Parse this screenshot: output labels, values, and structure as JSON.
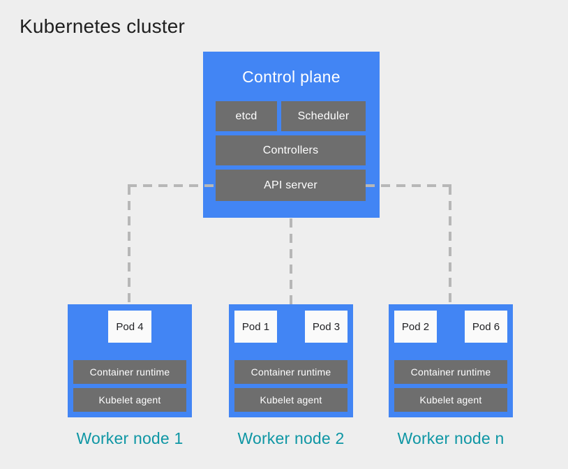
{
  "diagram": {
    "title": "Kubernetes cluster"
  },
  "control_plane": {
    "title": "Control plane",
    "components": [
      "etcd",
      "Scheduler",
      "Controllers",
      "API server"
    ]
  },
  "worker_nodes": [
    {
      "label": "Worker node 1",
      "pods": [
        "Pod 4"
      ],
      "components": [
        "Container runtime",
        "Kubelet agent"
      ]
    },
    {
      "label": "Worker node 2",
      "pods": [
        "Pod 1",
        "Pod 3"
      ],
      "components": [
        "Container runtime",
        "Kubelet agent"
      ]
    },
    {
      "label": "Worker node n",
      "pods": [
        "Pod 2",
        "Pod 6"
      ],
      "components": [
        "Container runtime",
        "Kubelet agent"
      ]
    }
  ],
  "colors": {
    "background": "#eeeeee",
    "node_blue": "#4285f4",
    "component_gray": "#6e6e6e",
    "pod_background": "#fafafa",
    "pod_text": "#202124",
    "connector_gray": "#b7b7b7",
    "worker_label_teal": "#0e96a4",
    "title_text": "#1f1f1f",
    "component_text": "#ffffff"
  }
}
